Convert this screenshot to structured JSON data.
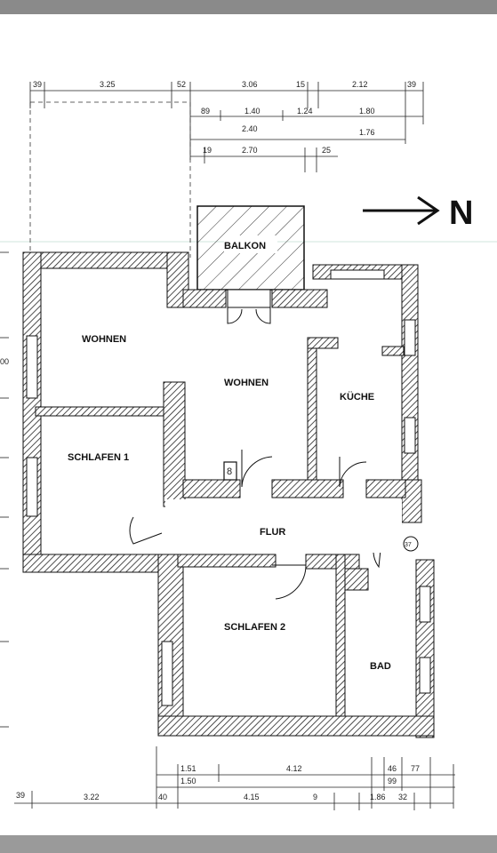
{
  "north_label": "N",
  "rooms": {
    "balkon": "BALKON",
    "wohnen_1": "WOHNEN",
    "wohnen_2": "WOHNEN",
    "kueche": "KÜCHE",
    "schlafen_1": "SCHLAFEN 1",
    "flur": "FLUR",
    "schlafen_2": "SCHLAFEN 2",
    "bad": "BAD"
  },
  "marks": {
    "closet": "8",
    "stair_circle": "37"
  },
  "dimensions": {
    "top_row1": [
      "39",
      "3.25",
      "52",
      "3.06",
      "15",
      "2.12",
      "39"
    ],
    "top_row2": [
      "89",
      "1.40",
      "1.24",
      "1.80"
    ],
    "top_row3": [
      "2.40",
      "1.76"
    ],
    "top_row4": [
      "19",
      "2.70",
      "25"
    ],
    "bottom_row1": [
      "1.51",
      "4.12",
      "46",
      "77"
    ],
    "bottom_row2": [
      "1.50",
      "99"
    ],
    "bottom_row3": [
      "39",
      "3.22",
      "40",
      "4.15",
      "9",
      "1.86",
      "32"
    ],
    "left_edge": [
      "00"
    ]
  },
  "colors": {
    "wall_hatch": "#222222",
    "line": "#111111",
    "background": "#ffffff"
  }
}
